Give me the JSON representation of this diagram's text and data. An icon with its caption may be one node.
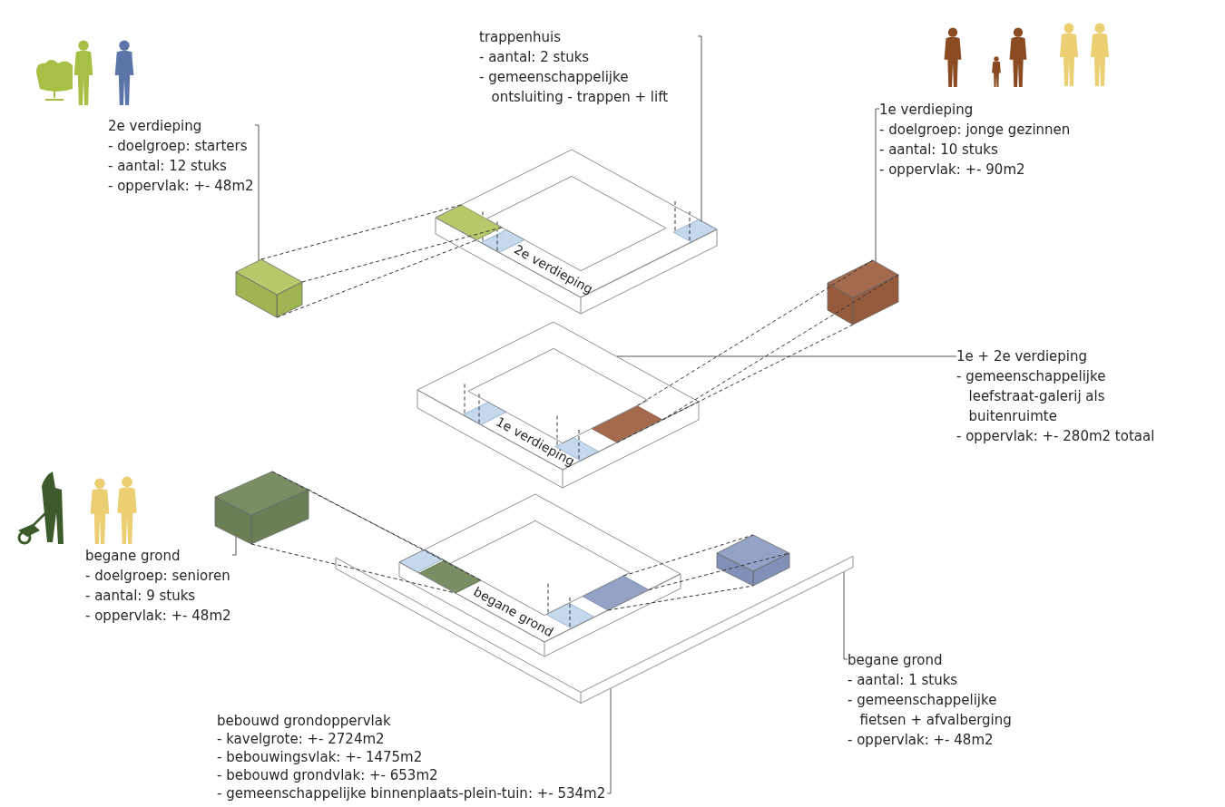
{
  "diagram": {
    "nodes": [
      {
        "text": [
          "2e verdieping",
          "- doelgroep: starters",
          "- aantal: 12 stuks",
          "- oppervlak: +- 48m2"
        ]
      },
      {
        "text": [
          "trappenhuis",
          "- aantal: 2 stuks",
          "- gemeenschappelijke ontsluiting - trappen + lift"
        ]
      },
      {
        "text": [
          "1e verdieping",
          "- doelgroep: jonge gezinnen",
          "- aantal: 10 stuks",
          "- oppervlak: +- 90m2"
        ]
      },
      {
        "text": [
          "2e verdieping"
        ]
      },
      {
        "text": [
          "1e + 2e verdieping",
          "- gemeenschappelijke leefstraat-galerij als buitenruimte",
          "- oppervlak: +- 280m2 totaal"
        ]
      },
      {
        "text": [
          "1e verdieping"
        ]
      },
      {
        "text": [
          "begane grond",
          "- doelgroep: senioren",
          "- aantal: 9 stuks",
          "- oppervlak: +- 48m2"
        ]
      },
      {
        "text": [
          "begane grond"
        ]
      },
      {
        "text": [
          "begane grond",
          "- aantal: 1 stuks",
          "- gemeenschappelijke fietsen + afvalberging",
          "- oppervlak: +- 48m2"
        ]
      },
      {
        "text": [
          "bebouwd grondoppervlak",
          "- kavelgrote: +- 2724m2",
          "- bebouwingsvlak: +- 1475m2",
          "- bebouwd grondvlak: +- 653m2",
          "- gemeenschappelijke binnenplaats-plein-tuin: +- 534m2"
        ]
      },
      {
        "text": [],
        "shape": "box"
      },
      {
        "text": [],
        "shape": "box",
        "in": 3
      },
      {
        "text": [],
        "shape": "box"
      },
      {
        "text": [],
        "shape": "box"
      },
      {
        "text": [],
        "shape": "box"
      },
      {
        "text": [],
        "shape": "box",
        "in": 3
      },
      {
        "text": [],
        "shape": "box",
        "in": 7
      },
      {
        "text": [],
        "shape": "box",
        "in": 5
      },
      {
        "text": [],
        "shape": "box",
        "in": 7
      },
      {
        "text": [],
        "shape": "box"
      },
      {
        "text": [],
        "shape": "box",
        "in": 3
      },
      {
        "text": [],
        "shape": "box",
        "in": 5
      },
      {
        "text": [],
        "shape": "box",
        "in": 7
      },
      {
        "text": [],
        "shape": "box",
        "in": 5
      },
      {
        "text": [],
        "shape": "box",
        "in": 7
      }
    ],
    "edges": [
      {
        "from": 0,
        "to": 10,
        "arrow": "none"
      },
      {
        "from": 1,
        "to": 11,
        "arrow": "none"
      },
      {
        "from": 2,
        "to": 12,
        "arrow": "none"
      },
      {
        "from": 4,
        "to": 5,
        "arrow": "none"
      },
      {
        "from": 6,
        "to": 13,
        "arrow": "none"
      },
      {
        "from": 9,
        "to": 14,
        "arrow": "none"
      },
      {
        "from": 8,
        "to": 14,
        "arrow": "none"
      },
      {
        "from": 10,
        "to": 15,
        "arrow": "none",
        "style": "dashed"
      },
      {
        "from": 10,
        "to": 15,
        "arrow": "none",
        "style": "dashed"
      },
      {
        "from": 10,
        "to": 15,
        "arrow": "none",
        "style": "dashed"
      },
      {
        "from": 13,
        "to": 16,
        "arrow": "none",
        "style": "dashed"
      },
      {
        "from": 13,
        "to": 16,
        "arrow": "none",
        "style": "dashed"
      },
      {
        "from": 13,
        "to": 16,
        "arrow": "none",
        "style": "dashed"
      },
      {
        "from": 12,
        "to": 17,
        "arrow": "none",
        "style": "dashed"
      },
      {
        "from": 12,
        "to": 17,
        "arrow": "none",
        "style": "dashed"
      },
      {
        "from": 12,
        "to": 17,
        "arrow": "none",
        "style": "dashed"
      },
      {
        "from": 18,
        "to": 19,
        "arrow": "none",
        "style": "dashed"
      },
      {
        "from": 18,
        "to": 19,
        "arrow": "none",
        "style": "dashed"
      },
      {
        "from": 18,
        "to": 19,
        "arrow": "none",
        "style": "dashed"
      }
    ]
  }
}
